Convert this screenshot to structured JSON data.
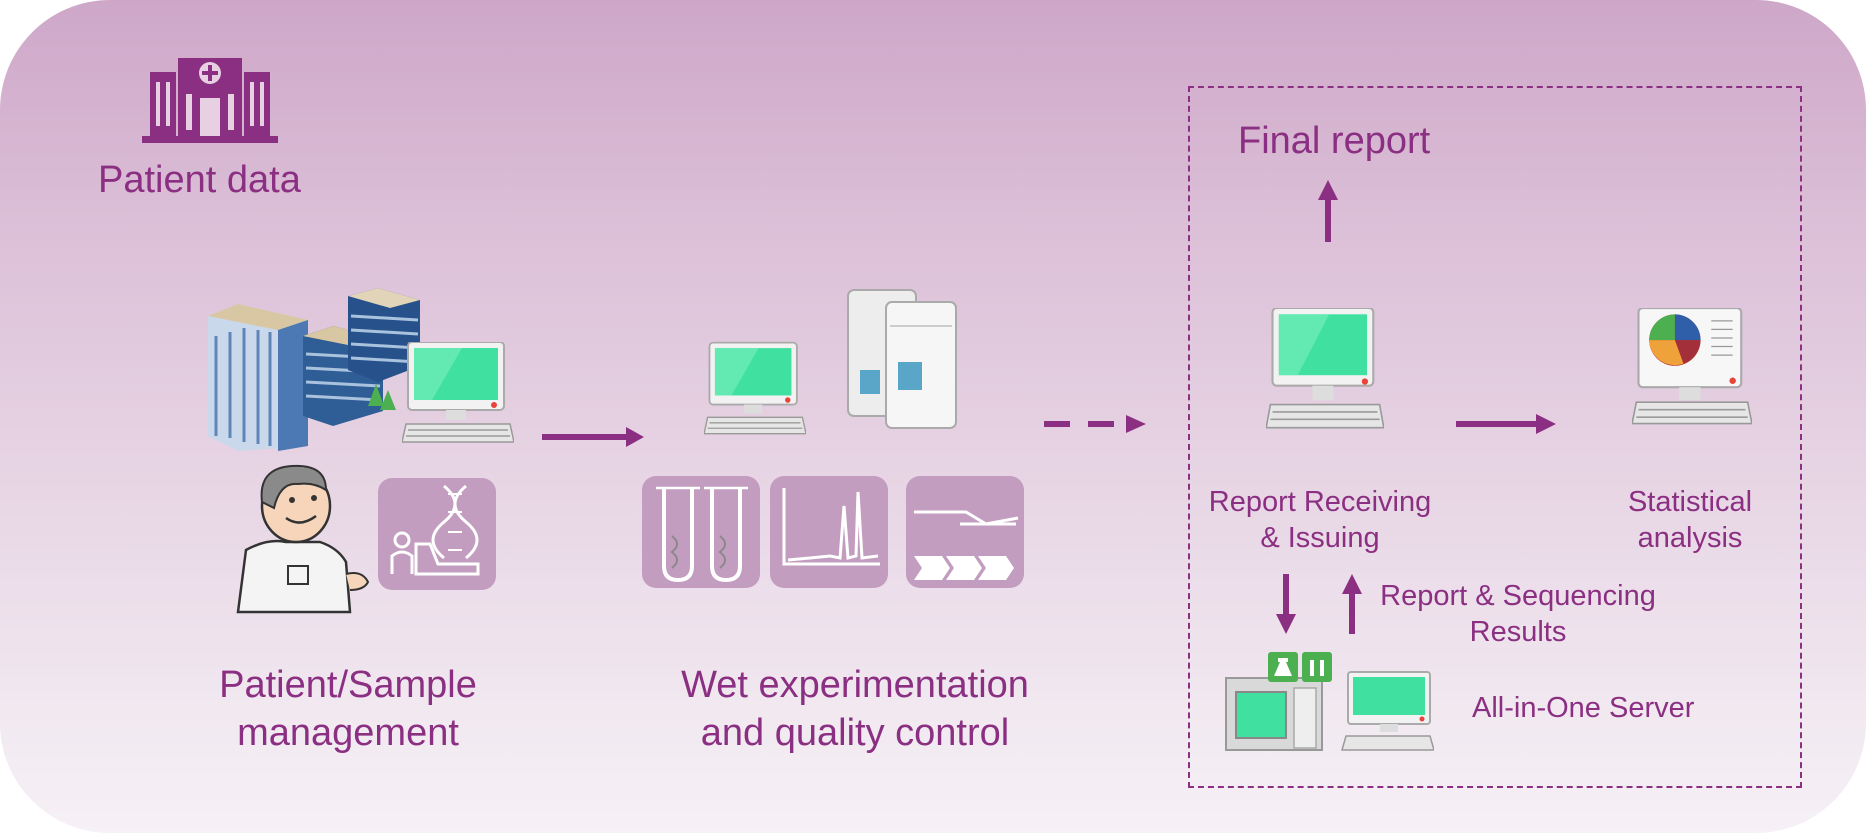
{
  "labels": {
    "patient_data": "Patient data",
    "patient_sample": [
      "Patient/Sample",
      "management"
    ],
    "wet_experimentation": [
      "Wet experimentation",
      "and quality control"
    ],
    "final_report": "Final report",
    "report_receiving": [
      "Report Receiving",
      "& Issuing"
    ],
    "statistical_analysis": [
      "Statistical",
      "analysis"
    ],
    "report_sequencing": [
      "Report & Sequencing",
      "Results"
    ],
    "server": "All-in-One Server"
  },
  "colors": {
    "accent": "#8b2f82",
    "background_top": "#cea7c8",
    "background_bottom": "#f6f1f6",
    "tile": "#c39dbf",
    "screen": "#3fe0a0"
  }
}
